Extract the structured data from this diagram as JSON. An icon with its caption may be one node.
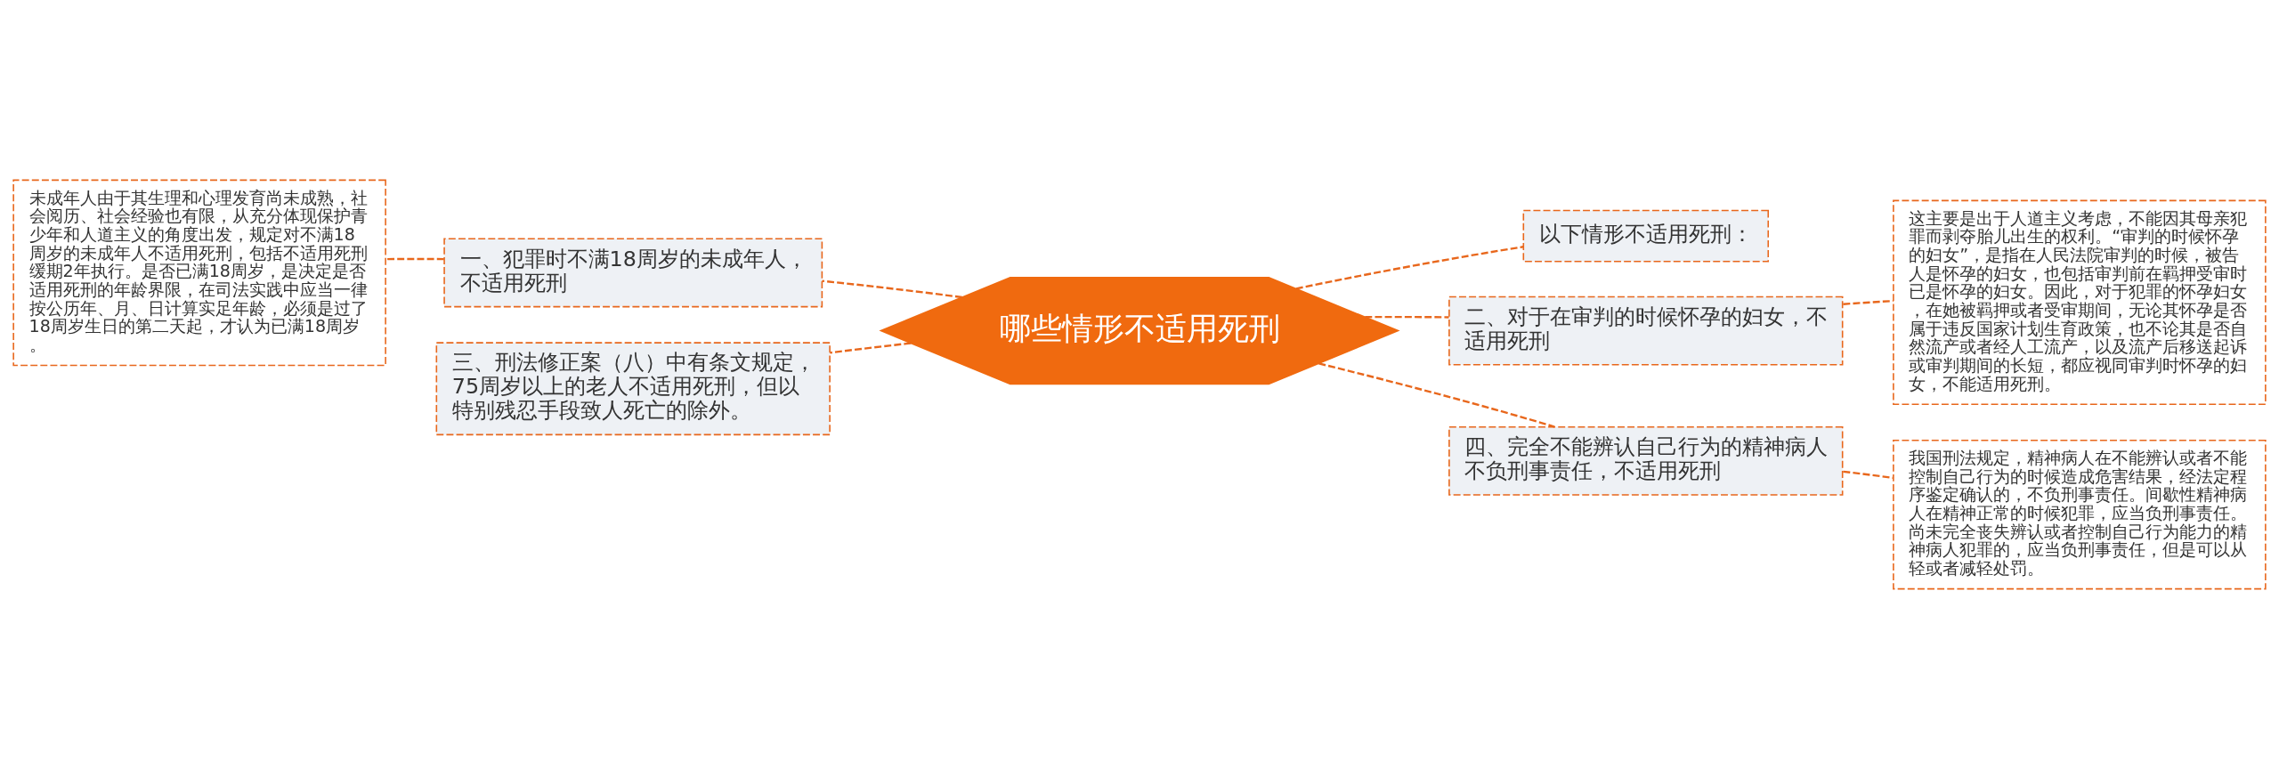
{
  "diagram": {
    "nodes": [
      {
        "text": [
          "哪些情形不适用死刑"
        ]
      },
      {
        "text": [
          "一、犯罪时不满18周岁的未成年人，不适用死刑"
        ]
      },
      {
        "text": [
          "未成年人由于其生理和心理发育尚未成熟，社会阅历、社会经验也有限，从充分体现保护青少年和人道主义的角度出发，规定对不满18周岁的未成年人不适用死刑，包括不适用死刑缓期2年执行。是否已满18周岁，是决定是否适用死刑的年龄界限，在司法实践中应当一律按公历年、月、日计算实足年龄，必须是过了18周岁生日的第二天起，才认为已满18周岁。"
        ]
      },
      {
        "text": [
          "三、刑法修正案（八）中有条文规定，75周岁以上的老人不适用死刑，但以特别残忍手段致人死亡的除外。"
        ]
      },
      {
        "text": [
          "以下情形不适用死刑："
        ]
      },
      {
        "text": [
          "二、对于在审判的时候怀孕的妇女，不适用死刑"
        ]
      },
      {
        "text": [
          "这主要是出于人道主义考虑，不能因其母亲犯罪而剥夺胎儿出生的权利。“审判的时候怀孕的妇女”，是指在人民法院审判的时候，被告人是怀孕的妇女，也包括审判前在羁押受审时已是怀孕的妇女。因此，对于犯罪的怀孕妇女，在她被羁押或者受审期间，无论其怀孕是否属于违反国家计划生育政策，也不论其是否自然流产或者经人工流产，以及流产后移送起诉或审判期间的长短，都应视同审判时怀孕的妇女，不能适用死刑。"
        ]
      },
      {
        "text": [
          "四、完全不能辨认自己行为的精神病人不负刑事责任，不适用死刑"
        ]
      },
      {
        "text": [
          "我国刑法规定，精神病人在不能辨认或者不能控制自己行为的时候造成危害结果，经法定程序鉴定确认的，不负刑事责任。间歇性精神病人在精神正常的时候犯罪，应当负刑事责任。尚未完全丧失辨认或者控制自己行为能力的精神病人犯罪的，应当负刑事责任，但是可以从轻或者减轻处罚。"
        ]
      }
    ],
    "edges": [
      {
        "from": 0,
        "to": 1,
        "arrow": "none",
        "style": "dashed"
      },
      {
        "from": 1,
        "to": 2,
        "arrow": "none",
        "style": "dashed"
      },
      {
        "from": 0,
        "to": 3,
        "arrow": "none",
        "style": "dashed"
      },
      {
        "from": 0,
        "to": 4,
        "arrow": "none",
        "style": "dashed"
      },
      {
        "from": 0,
        "to": 5,
        "arrow": "none",
        "style": "dashed"
      },
      {
        "from": 5,
        "to": 6,
        "arrow": "none",
        "style": "dashed"
      },
      {
        "from": 0,
        "to": 7,
        "arrow": "none",
        "style": "dashed"
      },
      {
        "from": 7,
        "to": 8,
        "arrow": "none",
        "style": "dashed"
      }
    ]
  }
}
